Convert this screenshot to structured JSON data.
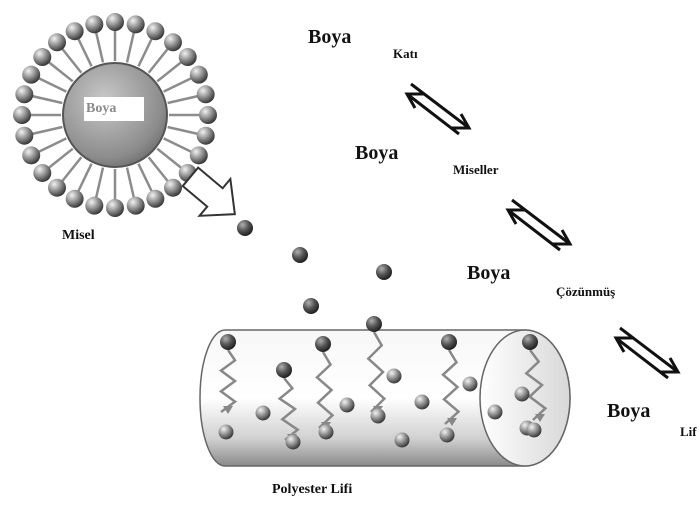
{
  "micelle": {
    "core_label": "Boya",
    "caption": "Misel"
  },
  "fiber": {
    "caption": "Polyester Lifi"
  },
  "equilibrium": [
    {
      "main": "Boya",
      "sub": "Katı"
    },
    {
      "main": "Boya",
      "sub": "Miseller"
    },
    {
      "main": "Boya",
      "sub": "Çözünmüş"
    },
    {
      "main": "Boya",
      "sub": "Lif"
    }
  ],
  "colors": {
    "sphere_dark": "#3a3a3a",
    "sphere_light": "#d8d8d8",
    "fiber_shade": "#9a9a9a",
    "arrow": "#111111"
  },
  "icons": [
    "micelle-sphere",
    "hollow-arrow",
    "equilibrium-arrows",
    "dye-particle",
    "polyester-fiber-cylinder"
  ]
}
